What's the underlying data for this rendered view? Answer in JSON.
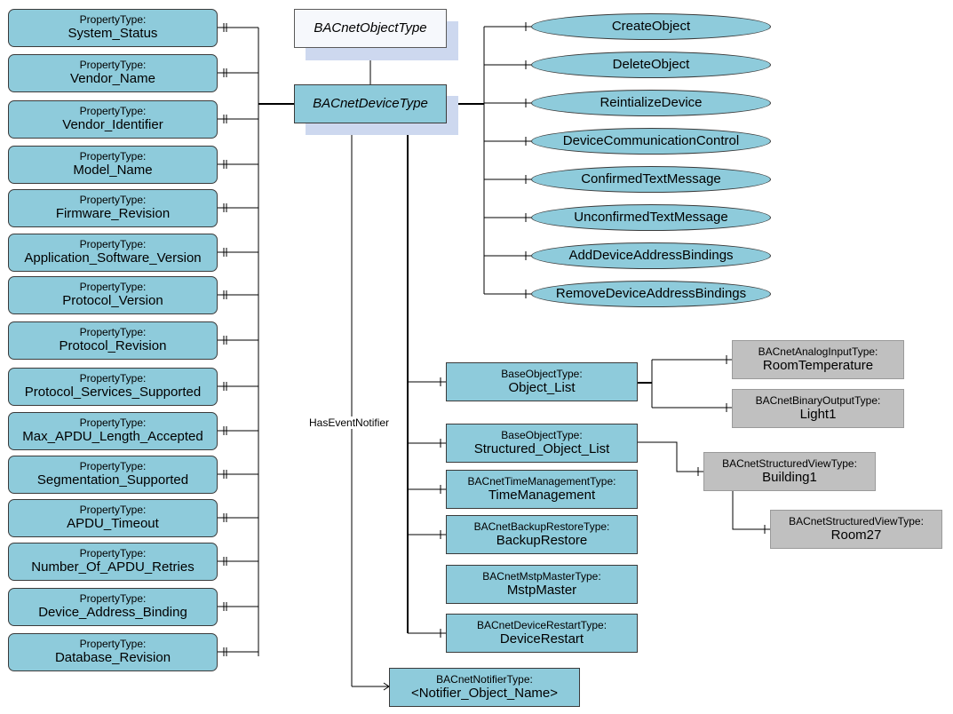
{
  "diagram": {
    "object_type": "BACnetObjectType",
    "device_type": "BACnetDeviceType",
    "edge_label": "HasEventNotifier",
    "properties": [
      {
        "type": "PropertyType:",
        "name": "System_Status"
      },
      {
        "type": "PropertyType:",
        "name": "Vendor_Name"
      },
      {
        "type": "PropertyType:",
        "name": "Vendor_Identifier"
      },
      {
        "type": "PropertyType:",
        "name": "Model_Name"
      },
      {
        "type": "PropertyType:",
        "name": "Firmware_Revision"
      },
      {
        "type": "PropertyType:",
        "name": "Application_Software_Version"
      },
      {
        "type": "PropertyType:",
        "name": "Protocol_Version"
      },
      {
        "type": "PropertyType:",
        "name": "Protocol_Revision"
      },
      {
        "type": "PropertyType:",
        "name": "Protocol_Services_Supported"
      },
      {
        "type": "PropertyType:",
        "name": "Max_APDU_Length_Accepted"
      },
      {
        "type": "PropertyType:",
        "name": "Segmentation_Supported"
      },
      {
        "type": "PropertyType:",
        "name": "APDU_Timeout"
      },
      {
        "type": "PropertyType:",
        "name": "Number_Of_APDU_Retries"
      },
      {
        "type": "PropertyType:",
        "name": "Device_Address_Binding"
      },
      {
        "type": "PropertyType:",
        "name": "Database_Revision"
      }
    ],
    "methods": [
      "CreateObject",
      "DeleteObject",
      "ReintializeDevice",
      "DeviceCommunicationControl",
      "ConfirmedTextMessage",
      "UnconfirmedTextMessage",
      "AddDeviceAddressBindings",
      "RemoveDeviceAddressBindings"
    ],
    "components": [
      {
        "type": "BaseObjectType:",
        "name": "Object_List"
      },
      {
        "type": "BaseObjectType:",
        "name": "Structured_Object_List"
      },
      {
        "type": "BACnetTimeManagementType:",
        "name": "TimeManagement"
      },
      {
        "type": "BACnetBackupRestoreType:",
        "name": "BackupRestore"
      },
      {
        "type": "BACnetMstpMasterType:",
        "name": "MstpMaster"
      },
      {
        "type": "BACnetDeviceRestartType:",
        "name": "DeviceRestart"
      }
    ],
    "notifier": {
      "type": "BACnetNotifierType:",
      "name": "<Notifier_Object_Name>"
    },
    "instances": [
      {
        "type": "BACnetAnalogInputType:",
        "name": "RoomTemperature"
      },
      {
        "type": "BACnetBinaryOutputType:",
        "name": "Light1"
      },
      {
        "type": "BACnetStructuredViewType:",
        "name": "Building1"
      },
      {
        "type": "BACnetStructuredViewType:",
        "name": "Room27"
      }
    ],
    "colors": {
      "node_fill": "#8ecbdb",
      "instance_fill": "#c0c0c0",
      "shadow": "#cdd8ef",
      "line": "#000000"
    }
  }
}
